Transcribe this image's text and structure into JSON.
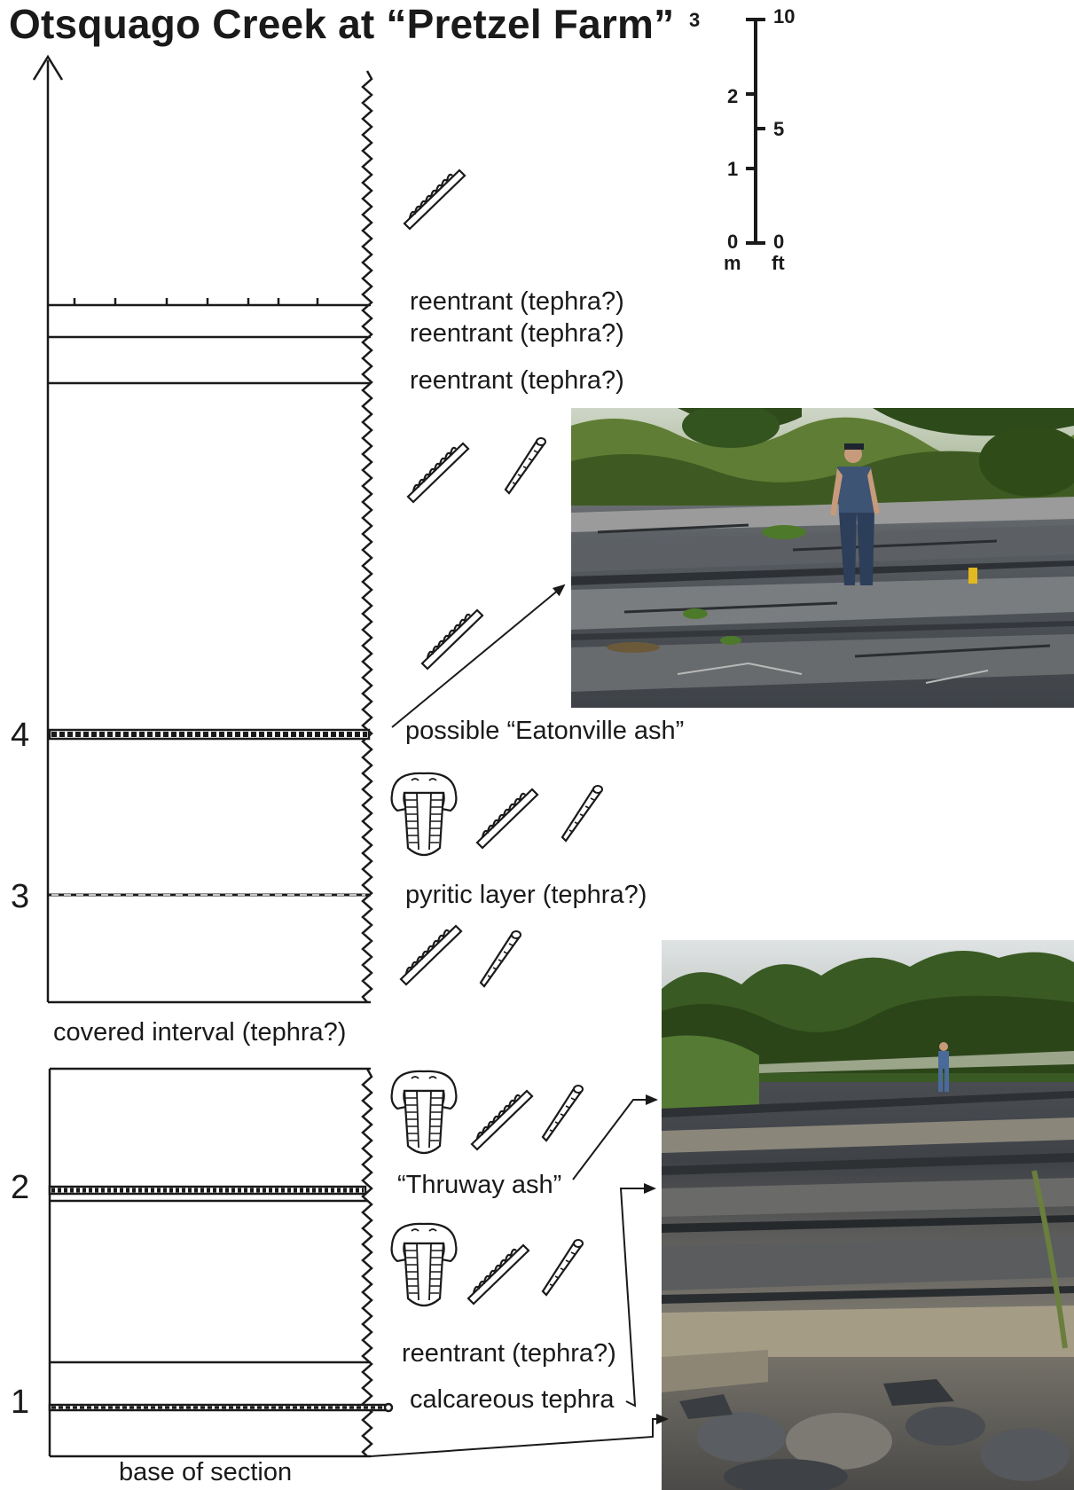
{
  "title": "Otsquago Creek at “Pretzel Farm”",
  "scale_bar": {
    "m_ticks": [
      "0",
      "1",
      "2",
      "3"
    ],
    "ft_ticks": [
      "0",
      "5",
      "10"
    ],
    "m_unit": "m",
    "ft_unit": "ft"
  },
  "meter_marks": [
    "1",
    "2",
    "3",
    "4"
  ],
  "labels": {
    "reentrant_1": "reentrant (tephra?)",
    "reentrant_2": "reentrant (tephra?)",
    "reentrant_3": "reentrant (tephra?)",
    "eatonville": "possible “Eatonville ash”",
    "pyritic": "pyritic layer (tephra?)",
    "covered": "covered interval (tephra?)",
    "thruway": "“Thruway ash”",
    "reentrant_low": "reentrant (tephra?)",
    "calcareous": "calcareous tephra",
    "base": "base of section"
  },
  "fossil_icons": [
    "trilobite-icon",
    "graptolite-icon",
    "orthocone-nautiloid-icon"
  ],
  "colors": {
    "ink": "#1a1a1a",
    "shale_dark": "#3c3f44",
    "shale_light": "#8a8c8f",
    "foliage": "#4f6d2a"
  }
}
